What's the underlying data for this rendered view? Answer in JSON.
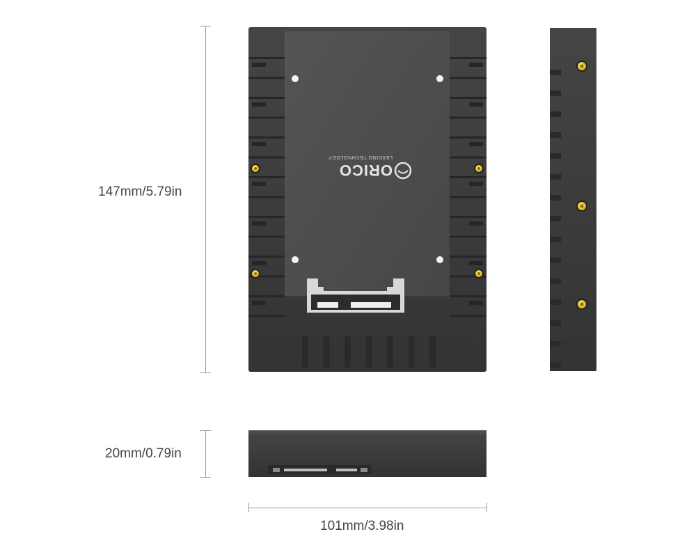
{
  "dimensions": {
    "height_label": "147mm/5.79in",
    "depth_label": "20mm/0.79in",
    "width_label": "101mm/3.98in"
  },
  "logo": {
    "brand": "ORICO",
    "tagline": "LEADING TECHNOLOGY"
  },
  "colors": {
    "body": "#3d3d3d",
    "panel": "#4b4b4b",
    "screw": "#e2c21c",
    "dimension_line": "#9a9a9a",
    "label_text": "#444444"
  }
}
